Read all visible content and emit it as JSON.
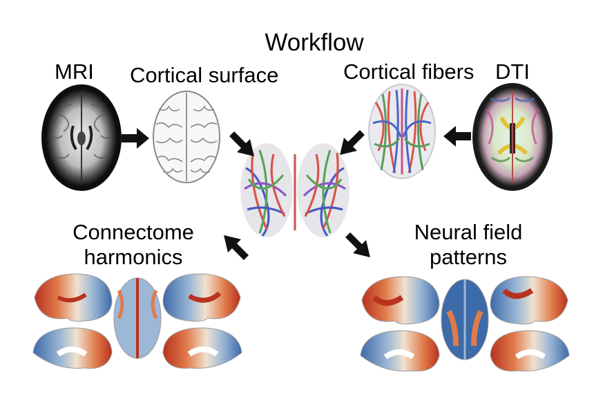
{
  "title": "Workflow",
  "labels": {
    "mri": "MRI",
    "cortical_surface": "Cortical surface",
    "cortical_fibers": "Cortical fibers",
    "dti": "DTI",
    "connectome_harmonics_line1": "Connectome",
    "connectome_harmonics_line2": "harmonics",
    "neural_field_line1": "Neural field",
    "neural_field_line2": "patterns"
  },
  "icons": {
    "mri_scan": "mri-axial-brain-icon",
    "cortical_surface": "cortical-surface-brain-icon",
    "cortical_fibers": "cortical-fibers-brain-icon",
    "dti_scan": "dti-axial-brain-icon",
    "connectome": "connectome-fiber-brain-icon",
    "harmonic_maps": "cortical-pattern-maps-icon",
    "arrow": "black-arrow-icon"
  },
  "colors": {
    "map_red": "#c0392b",
    "map_blue": "#4a78b5",
    "map_light": "#f2e6d8",
    "arrow": "#111111"
  }
}
